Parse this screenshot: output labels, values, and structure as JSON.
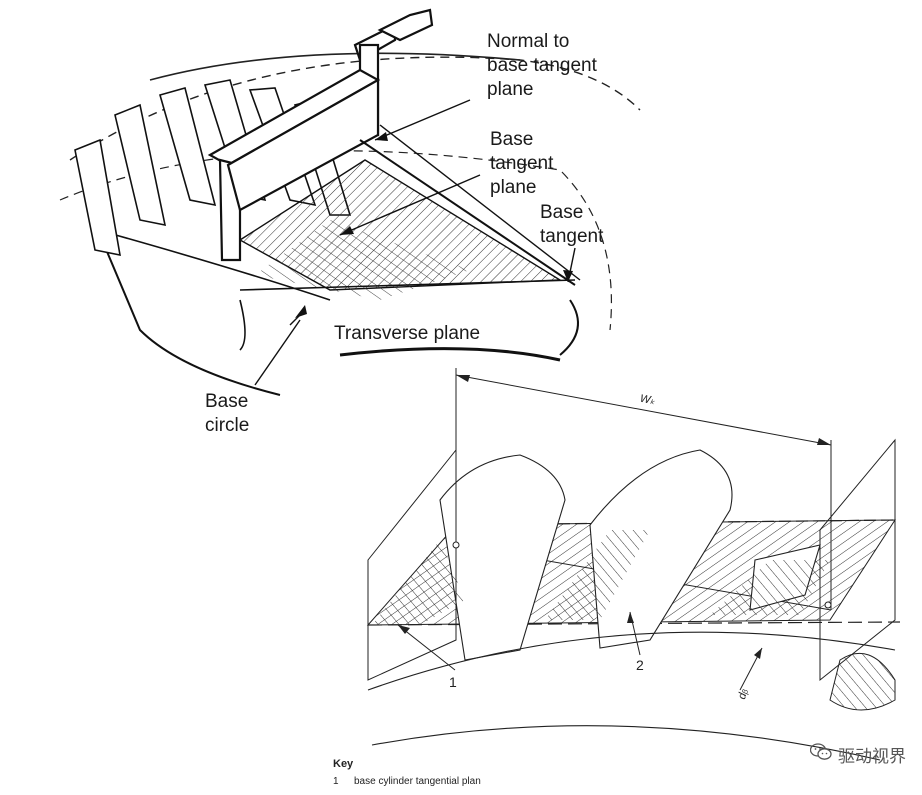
{
  "figure_top": {
    "labels": {
      "normal": "Normal to\nbase tangent\nplane",
      "base_tangent_plane": "Base\ntangent\nplane",
      "base_tangent": "Base\ntangent",
      "transverse_plane": "Transverse plane",
      "base_circle": "Base\ncircle"
    }
  },
  "figure_bottom": {
    "labels": {
      "wk": "Wₖ",
      "callout_1": "1",
      "callout_2": "2",
      "db": "dᵦ"
    },
    "key": {
      "title": "Key",
      "item_number": "1",
      "item_text": "base cylinder tangential plan"
    }
  },
  "watermark": {
    "text": "驱动视界",
    "icon": "wechat-icon"
  }
}
